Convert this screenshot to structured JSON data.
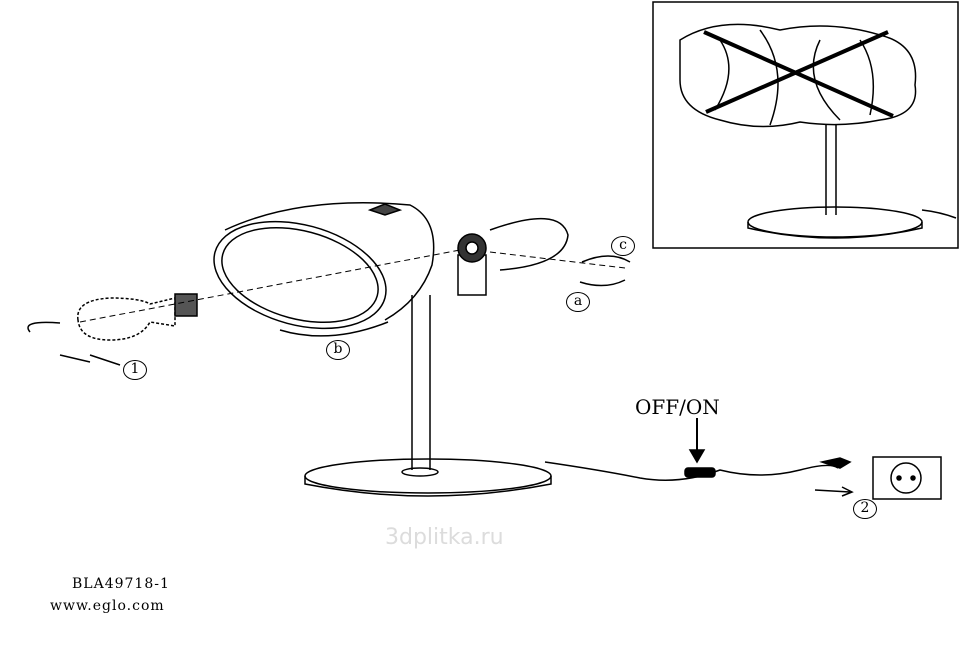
{
  "document": {
    "model_code": "BLA49718-1",
    "website": "www.eglo.com",
    "switch_label": "OFF/ON",
    "watermark": "3dplitka.ru",
    "step_labels": {
      "a": "a",
      "b": "b",
      "c": "c",
      "one": "1",
      "two": "2"
    }
  }
}
